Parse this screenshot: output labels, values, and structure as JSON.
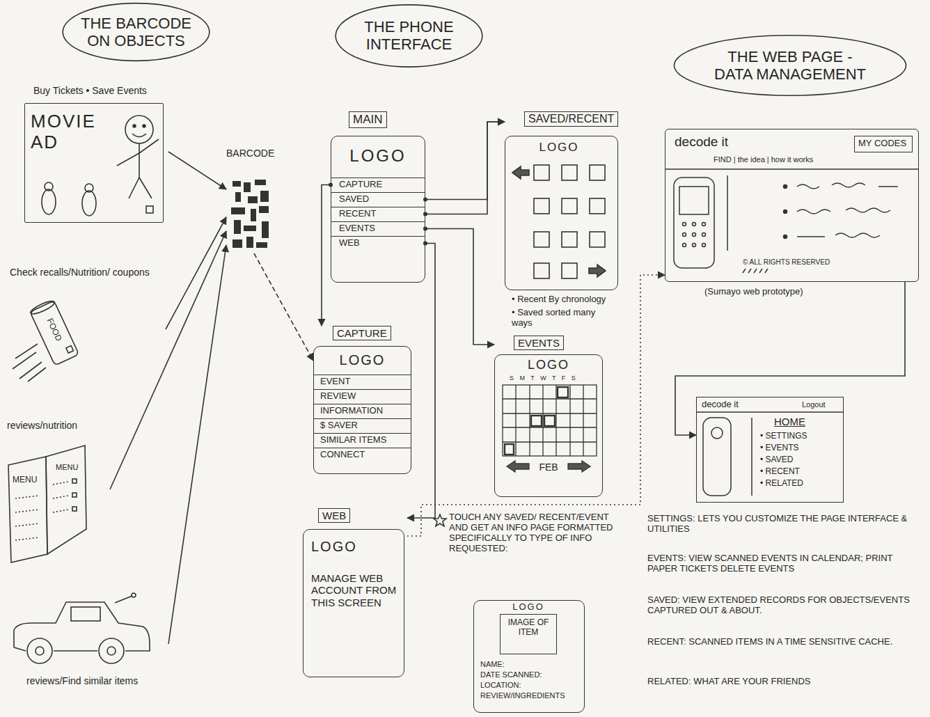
{
  "diagram": {
    "nodes": [
      {
        "text": [
          "THE BARCODE ON OBJECTS"
        ]
      },
      {
        "text": [
          "THE PHONE INTERFACE"
        ]
      },
      {
        "text": [
          "THE WEB PAGE - DATA MANAGEMENT"
        ]
      },
      {
        "text": [
          "Buy Tickets • Save Events",
          "MOVIE AD"
        ]
      },
      {
        "text": [
          "Check recalls/Nutrition/ coupons",
          "FOOD"
        ]
      },
      {
        "text": [
          "reviews/nutrition",
          "MENU",
          "MENU"
        ]
      },
      {
        "text": [
          "reviews/Find similar items"
        ]
      },
      {
        "text": [
          "BARCODE"
        ]
      },
      {
        "text": [
          "MAIN",
          "LOGO"
        ]
      },
      {
        "text": [
          "CAPTURE"
        ],
        "in": 8
      },
      {
        "text": [
          "SAVED"
        ],
        "in": 8
      },
      {
        "text": [
          "RECENT"
        ],
        "in": 8
      },
      {
        "text": [
          "EVENTS"
        ],
        "in": 8
      },
      {
        "text": [
          "WEB"
        ],
        "in": 8
      },
      {
        "text": [
          "SAVED/RECENT",
          "LOGO"
        ]
      },
      {
        "text": [
          "CAPTURE",
          "LOGO"
        ]
      },
      {
        "text": [
          "EVENT"
        ],
        "in": 15
      },
      {
        "text": [
          "REVIEW"
        ],
        "in": 15
      },
      {
        "text": [
          "INFORMATION"
        ],
        "in": 15
      },
      {
        "text": [
          "$ SAVER"
        ],
        "in": 15
      },
      {
        "text": [
          "SIMILAR ITEMS"
        ],
        "in": 15
      },
      {
        "text": [
          "CONNECT"
        ],
        "in": 15
      },
      {
        "text": [
          "EVENTS",
          "LOGO",
          "S M T W T F S",
          "FEB"
        ]
      },
      {
        "text": [
          "WEB",
          "LOGO",
          "MANAGE WEB ACCOUNT FROM THIS SCREEN"
        ]
      },
      {
        "text": [
          "LOGO",
          "NAME:",
          "DATE SCANNED:",
          "LOCATION:",
          "REVIEW/INGREDIENTS"
        ]
      },
      {
        "text": [
          "IMAGE OF ITEM"
        ],
        "in": 24
      },
      {
        "text": [
          "decode it",
          "FIND | the idea | how it works",
          "© ALL RIGHTS RESERVED"
        ]
      },
      {
        "text": [
          "MY CODES"
        ],
        "in": 26
      },
      {
        "text": [
          "decode it",
          "Logout",
          "HOME",
          "• SETTINGS",
          "• EVENTS",
          "• SAVED",
          "• RECENT",
          "• RELATED"
        ]
      }
    ],
    "edges": [
      {
        "from": 3,
        "to": 7,
        "arrow": "to"
      },
      {
        "from": 4,
        "to": 7,
        "arrow": "to"
      },
      {
        "from": 5,
        "to": 7,
        "arrow": "to"
      },
      {
        "from": 6,
        "to": 7,
        "arrow": "to"
      },
      {
        "from": 7,
        "to": 15,
        "arrow": "to"
      },
      {
        "from": 9,
        "to": 15,
        "arrow": "to"
      },
      {
        "from": 10,
        "to": 14,
        "arrow": "to"
      },
      {
        "from": 11,
        "to": 14,
        "arrow": "to"
      },
      {
        "from": 12,
        "to": 22,
        "arrow": "to"
      },
      {
        "from": 13,
        "to": 23,
        "arrow": "to"
      },
      {
        "from": 23,
        "to": 26,
        "arrow": "to"
      },
      {
        "from": 26,
        "to": 28,
        "arrow": "to"
      }
    ],
    "labels": [
      "• Recent By chronology",
      "• Saved sorted many ways",
      "TOUCH ANY SAVED/ RECENT/EVENT AND GET AN INFO PAGE FORMATTED SPECIFICALLY TO TYPE OF INFO REQUESTED:",
      "(Sumayo web prototype)",
      "SETTINGS: LETS YOU CUSTOMIZE THE PAGE INTERFACE & UTILITIES",
      "EVENTS: VIEW SCANNED EVENTS IN CALENDAR; PRINT PAPER TICKETS DELETE EVENTS",
      "SAVED: VIEW EXTENDED RECORDS FOR OBJECTS/EVENTS CAPTURED OUT & ABOUT.",
      "RECENT: SCANNED ITEMS IN A TIME SENSITIVE CACHE.",
      "RELATED: WHAT ARE YOUR FRIENDS"
    ]
  }
}
